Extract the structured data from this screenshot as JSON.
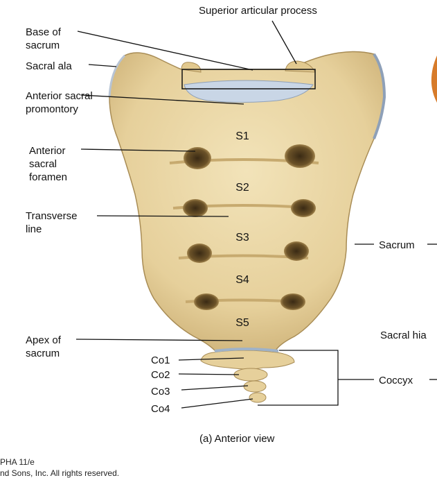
{
  "labels": {
    "superior_articular_process": "Superior articular process",
    "base_of_sacrum": "Base of sacrum",
    "sacral_ala": "Sacral ala",
    "anterior_sacral_promontory": "Anterior sacral promontory",
    "anterior_sacral_foramen": "Anterior sacral foramen",
    "transverse_line": "Transverse line",
    "apex_of_sacrum": "Apex of sacrum",
    "co1": "Co1",
    "co2": "Co2",
    "co3": "Co3",
    "co4": "Co4",
    "sacrum": "Sacrum",
    "sacral_hiatus": "Sacral hia",
    "coccyx": "Coccyx"
  },
  "segments": {
    "s1": "S1",
    "s2": "S2",
    "s3": "S3",
    "s4": "S4",
    "s5": "S5"
  },
  "caption": "(a) Anterior view",
  "credit": {
    "line1": "PHA 11/e",
    "line2": "nd Sons, Inc. All rights reserved."
  },
  "colors": {
    "bone": "#ead7a6",
    "bone_shade": "#d9bf85",
    "bone_dark": "#a88c55",
    "cartilage": "#c9d6e6",
    "line": "#111111"
  }
}
